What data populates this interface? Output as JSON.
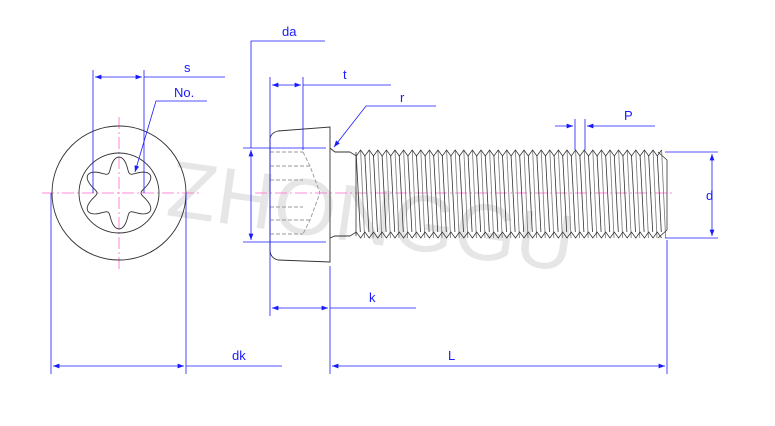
{
  "watermark": "ZHONGGU",
  "labels": {
    "s": "s",
    "no": "No.",
    "dk": "dk",
    "da": "da",
    "t": "t",
    "r": "r",
    "k": "k",
    "L": "L",
    "P": "P",
    "d": "d"
  },
  "colors": {
    "dimension": "#1a1aff",
    "outline": "#333333",
    "centerline": "#ff66cc",
    "hidden": "#999999"
  }
}
